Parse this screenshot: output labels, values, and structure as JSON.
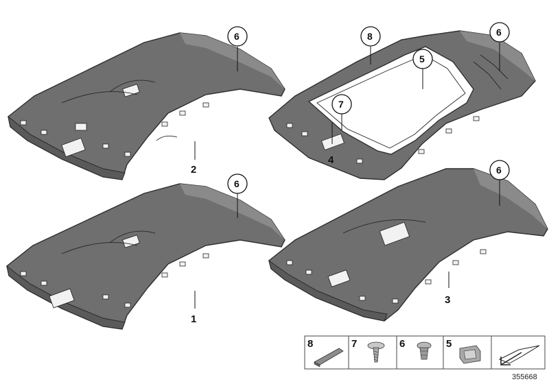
{
  "parts": {
    "headliner_1": {
      "label": "1"
    },
    "headliner_2": {
      "label": "2"
    },
    "headliner_3": {
      "label": "3"
    },
    "headliner_4": {
      "label": "4"
    }
  },
  "callouts": {
    "top_left": "6",
    "top_right_6": "6",
    "top_right_8": "8",
    "top_right_5": "5",
    "top_right_7": "7",
    "bottom_left": "6",
    "bottom_right": "6"
  },
  "legend_strip": {
    "items": [
      {
        "num": "8",
        "icon": "trim-strip-icon"
      },
      {
        "num": "7",
        "icon": "screw-icon"
      },
      {
        "num": "6",
        "icon": "push-clip-icon"
      },
      {
        "num": "5",
        "icon": "retainer-clip-icon"
      },
      {
        "num": "",
        "icon": "arrow-direction-icon"
      }
    ]
  },
  "doc_number": "355668"
}
